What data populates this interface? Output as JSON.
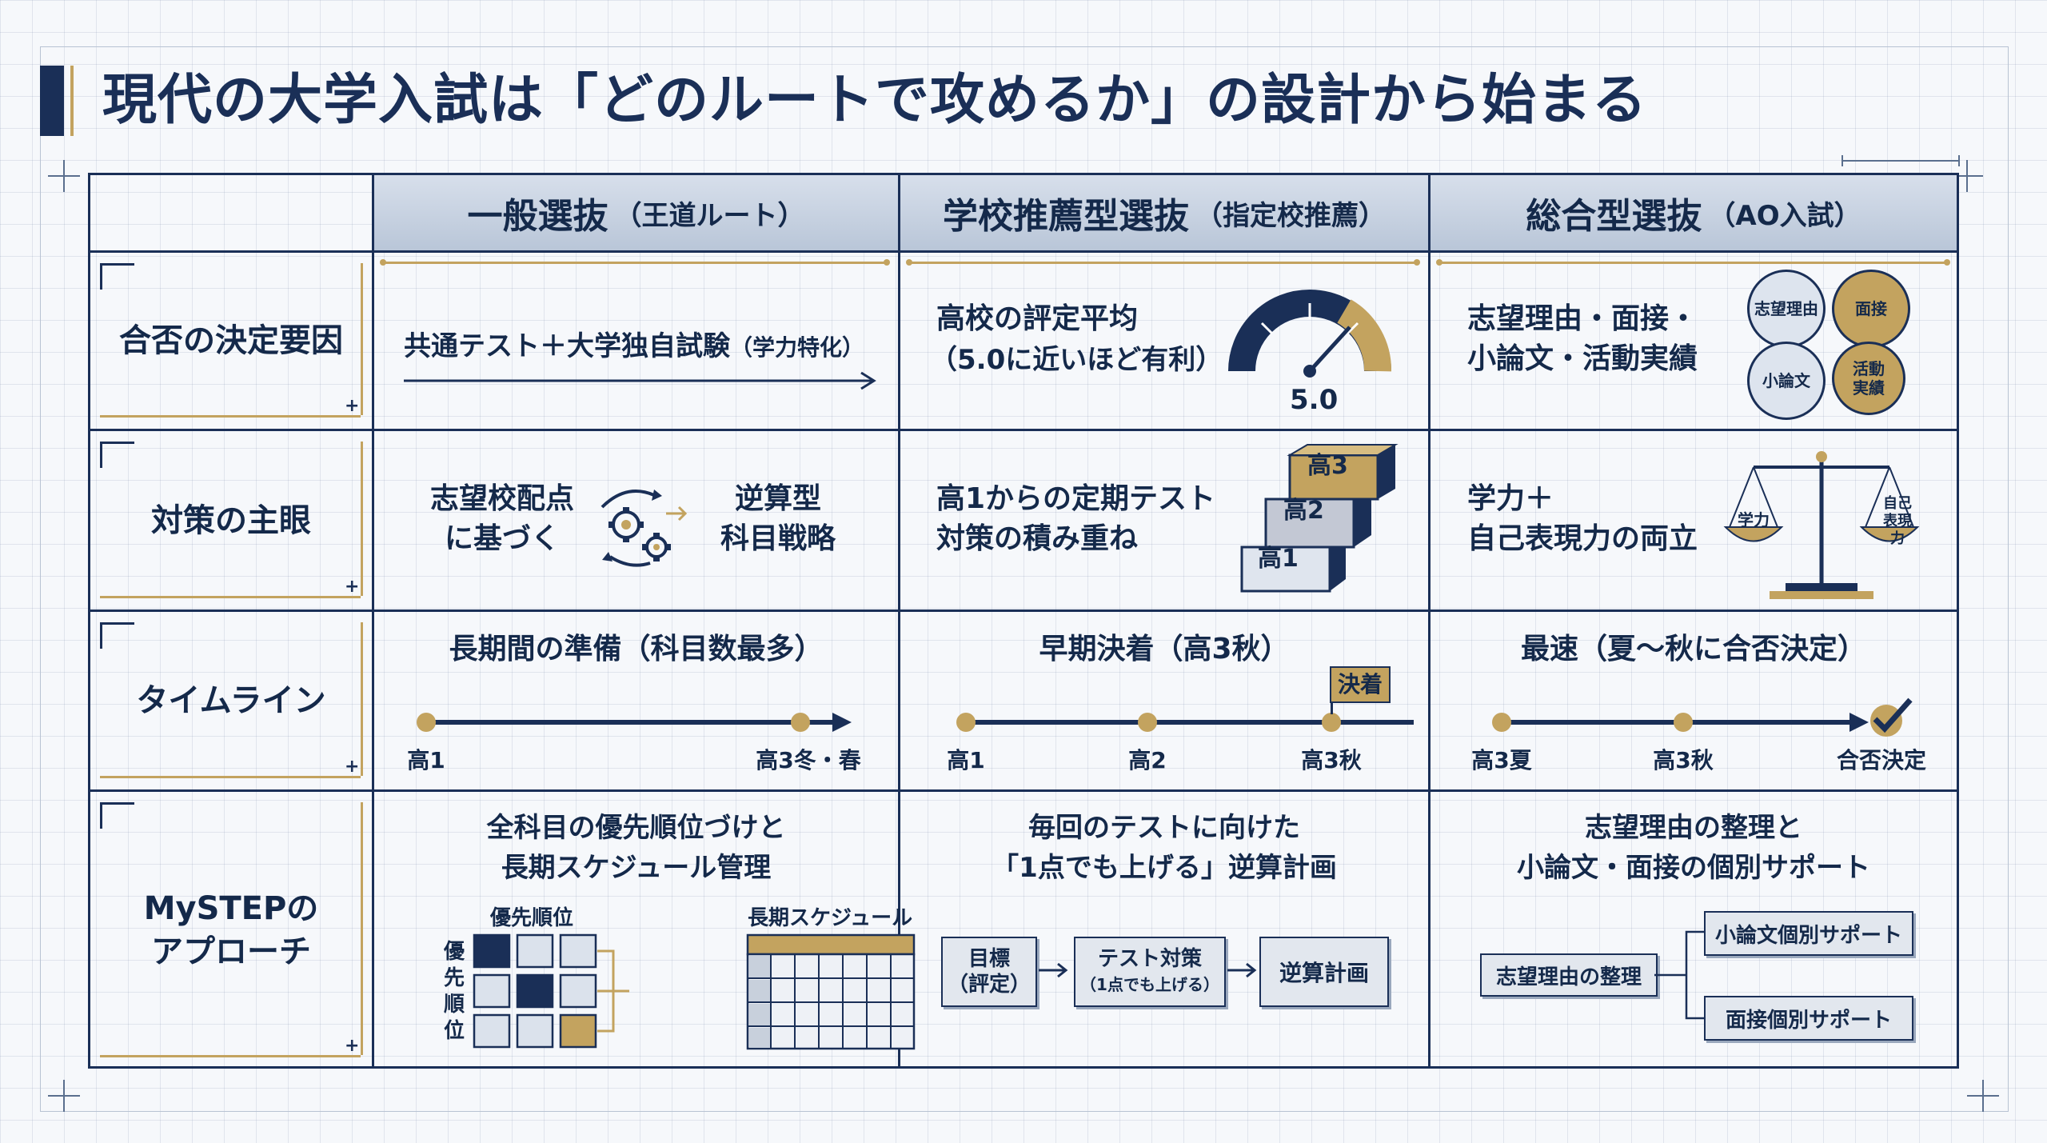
{
  "title": "現代の大学入試は「どのルートで攻めるか」の設計から始まる",
  "columns": [
    {
      "main": "一般選抜",
      "sub": "（王道ルート）"
    },
    {
      "main": "学校推薦型選抜",
      "sub": "（指定校推薦）"
    },
    {
      "main": "総合型選抜",
      "sub": "（AO入試）"
    }
  ],
  "rows": [
    "合否の決定要因",
    "対策の主眼",
    "タイムライン",
    "MySTEPのアプローチ"
  ],
  "factor": {
    "general": {
      "text": "共通テスト＋大学独自試験",
      "sub": "（学力特化）"
    },
    "recommend": {
      "line1": "高校の評定平均",
      "line2": "（5.0に近いほど有利）",
      "gauge_value": "5.0",
      "gauge_level": 0.85
    },
    "ao": {
      "line1": "志望理由・面接・",
      "line2": "小論文・活動実績",
      "circles": [
        "志望理由",
        "面接",
        "小論文",
        "活動実績"
      ]
    }
  },
  "focus": {
    "general": {
      "left1": "志望校配点",
      "left2": "に基づく",
      "right1": "逆算型",
      "right2": "科目戦略"
    },
    "recommend": {
      "line1": "高1からの定期テスト",
      "line2": "対策の積み重ね",
      "steps": [
        "高1",
        "高2",
        "高3"
      ]
    },
    "ao": {
      "line1": "学力＋",
      "line2": "自己表現力の両立",
      "scale_left": "学力",
      "scale_right": "自己表現力"
    }
  },
  "timeline": {
    "general": {
      "title": "長期間の準備（科目数最多）",
      "points": [
        "高1",
        "高3冬・春"
      ]
    },
    "recommend": {
      "title": "早期決着（高3秋）",
      "points": [
        "高1",
        "高2",
        "高3秋"
      ],
      "badge": "決着"
    },
    "ao": {
      "title": "最速（夏〜秋に合否決定）",
      "points": [
        "高3夏",
        "高3秋",
        "合否決定"
      ]
    }
  },
  "approach": {
    "general": {
      "line1": "全科目の優先順位づけと",
      "line2": "長期スケジュール管理",
      "matrix_label": "優先順位",
      "matrix_side": "優先順位",
      "schedule_label": "長期スケジュール"
    },
    "recommend": {
      "line1": "毎回のテストに向けた",
      "line2": "「1点でも上げる」逆算計画",
      "flow": [
        {
          "main": "目標",
          "sub": "（評定）"
        },
        {
          "main": "テスト対策",
          "sub": "（1点でも上げる）"
        },
        {
          "main": "逆算計画",
          "sub": ""
        }
      ]
    },
    "ao": {
      "line1": "志望理由の整理と",
      "line2": "小論文・面接の個別サポート",
      "root": "志望理由の整理",
      "branches": [
        "小論文個別サポート",
        "面接個別サポート"
      ]
    }
  },
  "colors": {
    "navy": "#1a2f57",
    "gold": "#c3a35f",
    "header": "#c9d3e2"
  }
}
